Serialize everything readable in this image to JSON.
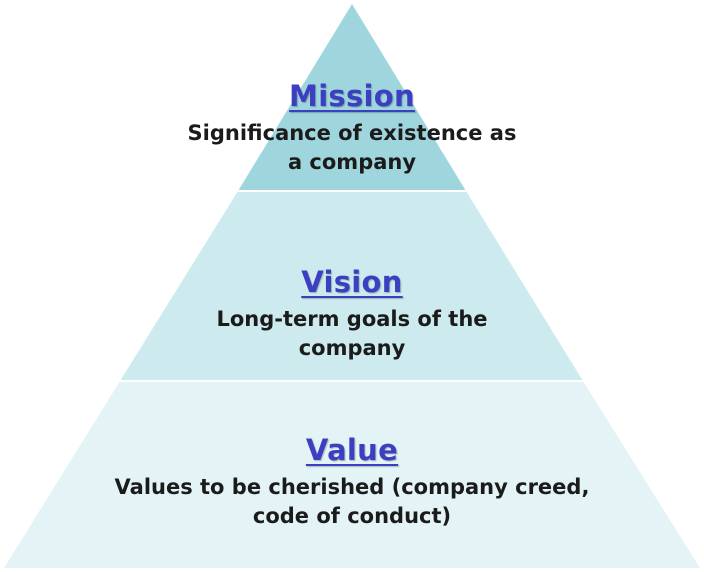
{
  "tiers": [
    {
      "title": "Mission",
      "description": "Significance of existence as a company",
      "fill": "#9fd6de"
    },
    {
      "title": "Vision",
      "description": "Long-term goals of the company",
      "fill": "#cdebef"
    },
    {
      "title": "Value",
      "description": "Values to be cherished (company creed, code of conduct)",
      "fill": "#e4f4f6"
    }
  ],
  "colors": {
    "title": "#3d3fc2",
    "text": "#1b1b1b",
    "divider": "#ffffff"
  }
}
